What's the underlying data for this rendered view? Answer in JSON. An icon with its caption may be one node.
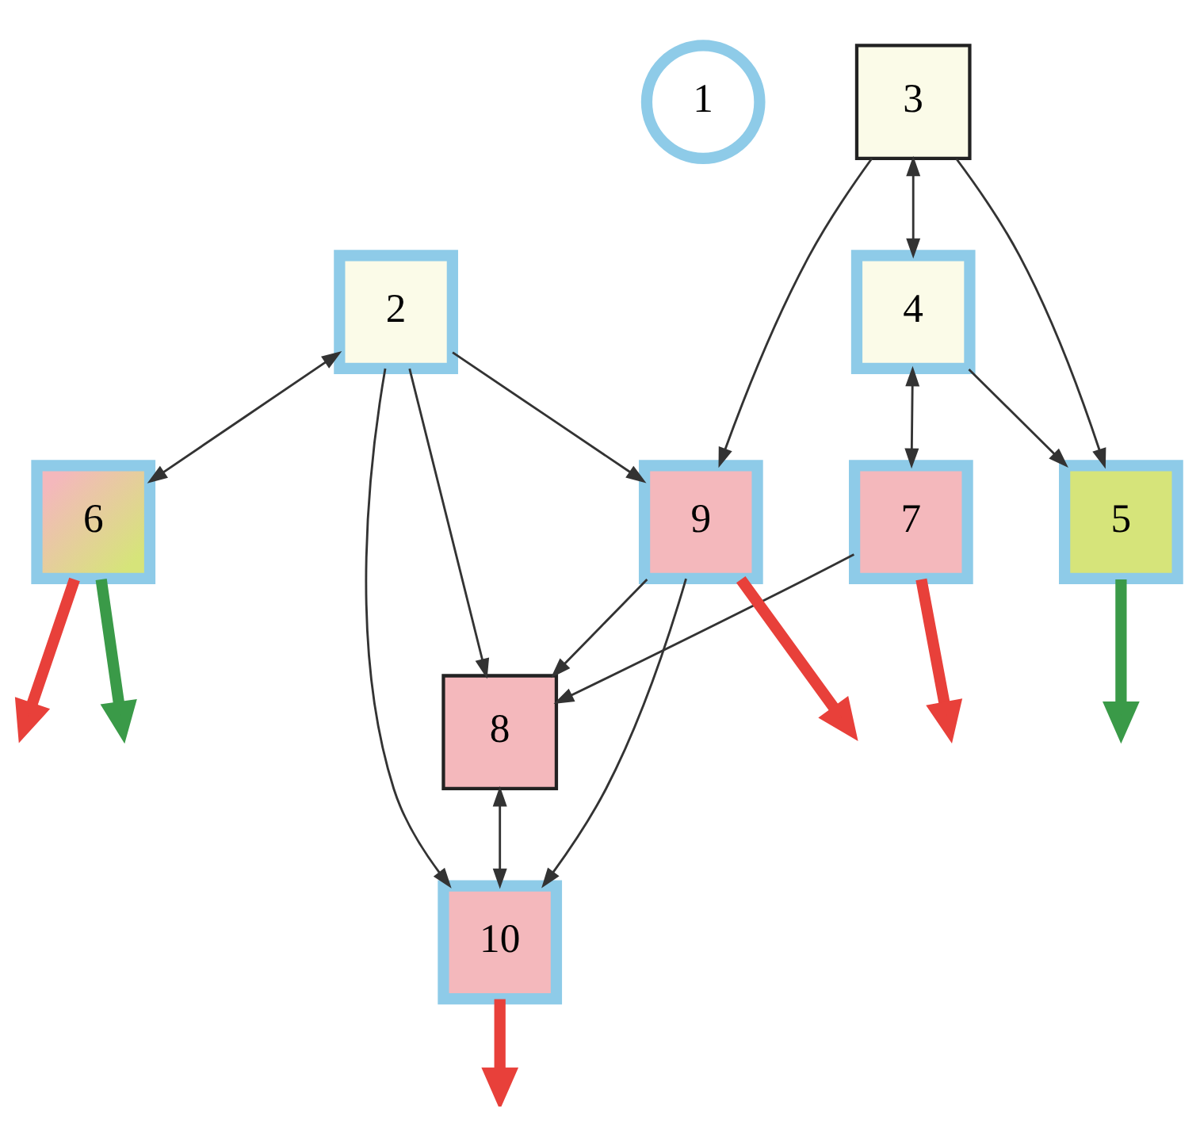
{
  "diagram": {
    "nodes": [
      {
        "text": [
          "1"
        ]
      },
      {
        "text": [
          "2"
        ]
      },
      {
        "text": [
          "3"
        ]
      },
      {
        "text": [
          "4"
        ]
      },
      {
        "text": [
          "5"
        ]
      },
      {
        "text": [
          "6"
        ]
      },
      {
        "text": [
          "7"
        ]
      },
      {
        "text": [
          "8"
        ]
      },
      {
        "text": [
          "9"
        ]
      },
      {
        "text": [
          "10"
        ]
      }
    ],
    "edges": [
      {
        "from": 2,
        "to": 4,
        "arrow": "to"
      },
      {
        "from": 3,
        "to": 4,
        "arrow": "to"
      },
      {
        "from": 2,
        "to": 3,
        "arrow": "both"
      },
      {
        "from": 2,
        "to": 8,
        "arrow": "to"
      },
      {
        "from": 8,
        "to": 9,
        "arrow": "to"
      },
      {
        "from": 1,
        "to": 9,
        "arrow": "to"
      },
      {
        "from": 7,
        "to": 9,
        "arrow": "both"
      },
      {
        "from": 1,
        "to": 8,
        "arrow": "to"
      },
      {
        "from": 1,
        "to": 7,
        "arrow": "to"
      },
      {
        "from": 1,
        "to": 5,
        "arrow": "both"
      },
      {
        "from": 3,
        "to": 6,
        "arrow": "both"
      },
      {
        "from": 8,
        "to": 7,
        "arrow": "to"
      },
      {
        "from": 6,
        "to": 7,
        "arrow": "to"
      },
      {
        "from": 4,
        "to": null,
        "arrow": "to",
        "style": "thick",
        "color": "#3a9a48"
      },
      {
        "from": 9,
        "to": null,
        "arrow": "to",
        "style": "thick",
        "color": "#e8403a"
      },
      {
        "from": 8,
        "to": null,
        "arrow": "to",
        "style": "thick",
        "color": "#e8403a"
      },
      {
        "from": 5,
        "to": null,
        "arrow": "to",
        "style": "thick",
        "color": "#e8403a"
      },
      {
        "from": 5,
        "to": null,
        "arrow": "to",
        "style": "thick",
        "color": "#3a9a48"
      },
      {
        "from": 6,
        "to": null,
        "arrow": "to",
        "style": "thick",
        "color": "#e8403a"
      }
    ]
  }
}
